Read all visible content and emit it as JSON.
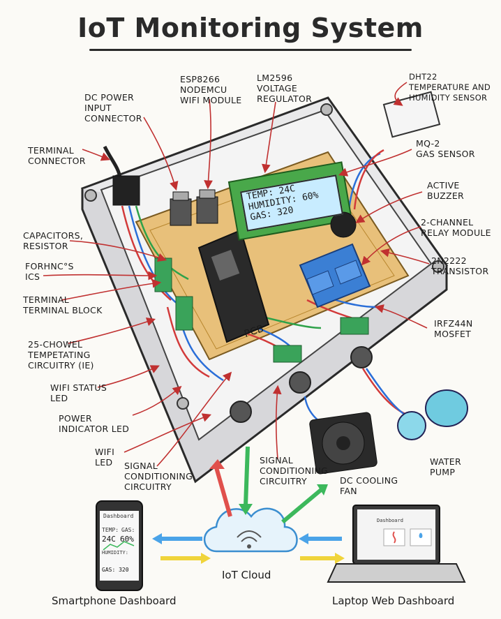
{
  "title": "IoT Monitoring System",
  "labels": {
    "esp": "ESP8266\nNODEMCU\nWIFI MODULE",
    "lm2596": "LM2596\nVOLTAGE\nREGULATOR",
    "dht22": "DHT22\nTEMPERATURE AND\nHUMIDITY SENSOR",
    "dc_power": "DC POWER\nINPUT\nCONNECTOR",
    "terminal_connector": "TERMINAL\nCONNECTOR",
    "mq2": "MQ-2\nGAS SENSOR",
    "buzzer": "ACTIVE\nBUZZER",
    "relay": "2-CHANNEL\nRELAY MODULE",
    "capacitors": "CAPACITORS,\nRESISTOR",
    "forhncs": "FORHNC°S\nICs",
    "transistor": "2N2222\nTRANSISTOR",
    "terminal_block": "TERMINAL\nTERMINAL BLOCK",
    "mosfet": "IRFZ44N\nMOSFET",
    "channel": "25-CHOWEL\nTEMPETATING\nCIRCUITRY (IE)",
    "wifi_status_led": "WIFI STATUS\nLED",
    "power_led": "POWER\nINDICATOR LED",
    "wifi_led": "WIFI\nLED",
    "signal1": "SIGNAL\nCONDITIONING\nCIRCUITRY",
    "signal2": "SIGNAL\nCONDITIONING\nCIRCUITRY",
    "fan": "DC COOLING\nFAN",
    "pump": "WATER\nPUMP",
    "pcb": "PCB",
    "cloud": "IoT Cloud"
  },
  "lcd": {
    "line1": "TEMP: 24C",
    "line2": "HUMIDITY: 60%",
    "line3": "GAS: 320"
  },
  "phone": {
    "header": "Dashboard",
    "temp_label": "TEMP:",
    "temp_value": "24C",
    "gas_label": "GAS:",
    "gas_value": "60%",
    "humidity_label": "HUMIDITY:",
    "gas_row": "GAS: 320"
  },
  "laptop": {
    "header": "Dashboard"
  },
  "captions": {
    "smartphone": "Smartphone Dashboard",
    "laptop": "Laptop Web Dashboard"
  },
  "colors": {
    "pcb": "#e8c07a",
    "lcd": "#c8ecff",
    "relay": "#3b7fd4",
    "terminal": "#3aa35a",
    "arrow_red": "#e0504c",
    "arrow_green": "#3cb85c",
    "arrow_blue": "#4aa3e8",
    "arrow_yellow": "#f0d43a"
  }
}
